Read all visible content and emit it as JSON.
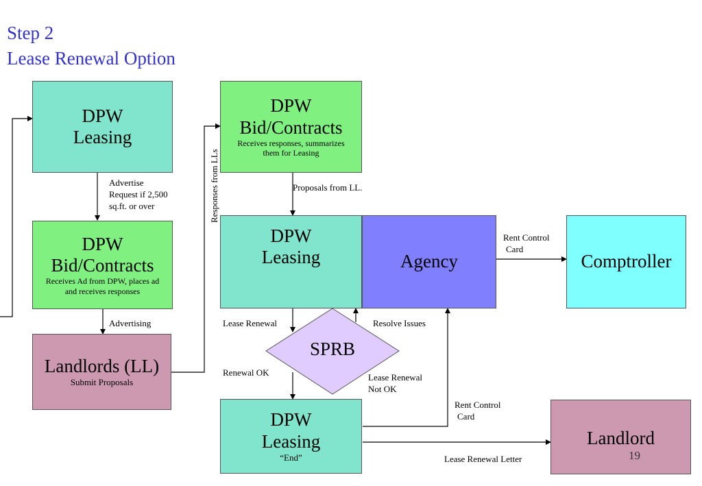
{
  "title": {
    "line1": "Step 2",
    "line2": "Lease Renewal Option"
  },
  "boxes": {
    "dpw_leasing_1": {
      "l1": "DPW",
      "l2": "Leasing"
    },
    "bid_contracts_1": {
      "l1": "DPW",
      "l2": "Bid/Contracts",
      "sub1": "Receives Ad from DPW, places ad",
      "sub2": "and receives responses"
    },
    "landlords": {
      "l1": "Landlords (LL)",
      "sub": "Submit Proposals"
    },
    "bid_contracts_2": {
      "l1": "DPW",
      "l2": "Bid/Contracts",
      "sub1": "Receives responses, summarizes",
      "sub2": "them for Leasing"
    },
    "dpw_leasing_2": {
      "l1": "DPW",
      "l2": "Leasing"
    },
    "agency": {
      "l1": "Agency"
    },
    "comptroller": {
      "l1": "Comptroller"
    },
    "sprb": {
      "l1": "SPRB"
    },
    "dpw_leasing_3": {
      "l1": "DPW",
      "l2": "Leasing",
      "sub": "“End”"
    },
    "landlord": {
      "l1": "Landlord"
    }
  },
  "labels": {
    "advertise_request": [
      "Advertise",
      "Request if 2,500",
      "sq.ft. or over"
    ],
    "advertising": "Advertising",
    "responses_from_lls": "Responses from LLs",
    "proposals_from_ll": "Proposals from LL.",
    "rent_control_card_1": [
      "Rent Control",
      "Card"
    ],
    "lease_renewal": "Lease Renewal",
    "resolve_issues": "Resolve Issues",
    "renewal_ok": "Renewal OK",
    "lease_renewal_not_ok": [
      "Lease Renewal",
      "Not OK"
    ],
    "rent_control_card_2": [
      "Rent Control",
      "Card"
    ],
    "lease_renewal_letter": "Lease Renewal  Letter"
  },
  "page_number": "19"
}
